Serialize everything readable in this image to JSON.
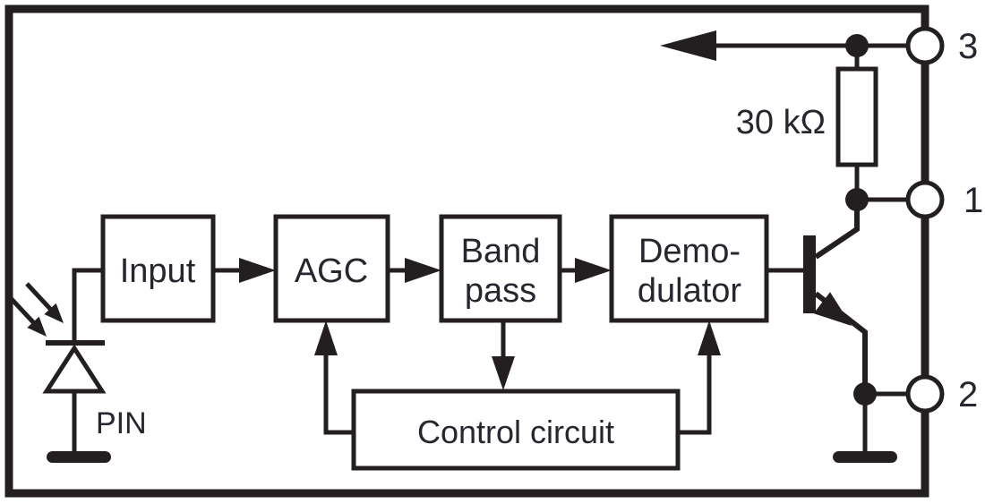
{
  "diagram": {
    "blocks": {
      "input": "Input",
      "agc": "AGC",
      "band_pass_line1": "Band",
      "band_pass_line2": "pass",
      "demodulator_line1": "Demo-",
      "demodulator_line2": "dulator",
      "control_circuit": "Control circuit"
    },
    "labels": {
      "resistor": "30 kΩ",
      "photodiode": "PIN"
    },
    "pins": [
      "3",
      "1",
      "2"
    ]
  },
  "colors": {
    "ink": "#231f20",
    "text": "#26262e",
    "background": "#ffffff"
  }
}
